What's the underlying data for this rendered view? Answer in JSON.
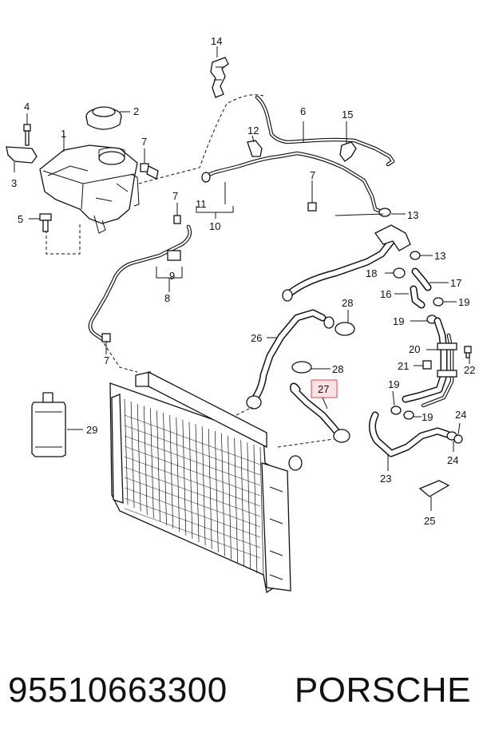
{
  "callouts": {
    "c1": "1",
    "c2": "2",
    "c3": "3",
    "c4": "4",
    "c5": "5",
    "c6": "6",
    "c7a": "7",
    "c7b": "7",
    "c7c": "7",
    "c7d": "7",
    "c8": "8",
    "c9": "9",
    "c10": "10",
    "c11": "11",
    "c12": "12",
    "c13a": "13",
    "c13b": "13",
    "c14": "14",
    "c15": "15",
    "c16": "16",
    "c17": "17",
    "c18": "18",
    "c19a": "19",
    "c19b": "19",
    "c19c": "19",
    "c19d": "19",
    "c20": "20",
    "c21": "21",
    "c22": "22",
    "c23": "23",
    "c24a": "24",
    "c24b": "24",
    "c25": "25",
    "c26": "26",
    "c27": "27",
    "c28a": "28",
    "c28b": "28",
    "c29": "29"
  },
  "highlight_color": "#e06a6a",
  "highlight_fill": "#fbe3e3",
  "footer": {
    "part_number": "95510663300",
    "brand": "PORSCHE"
  }
}
